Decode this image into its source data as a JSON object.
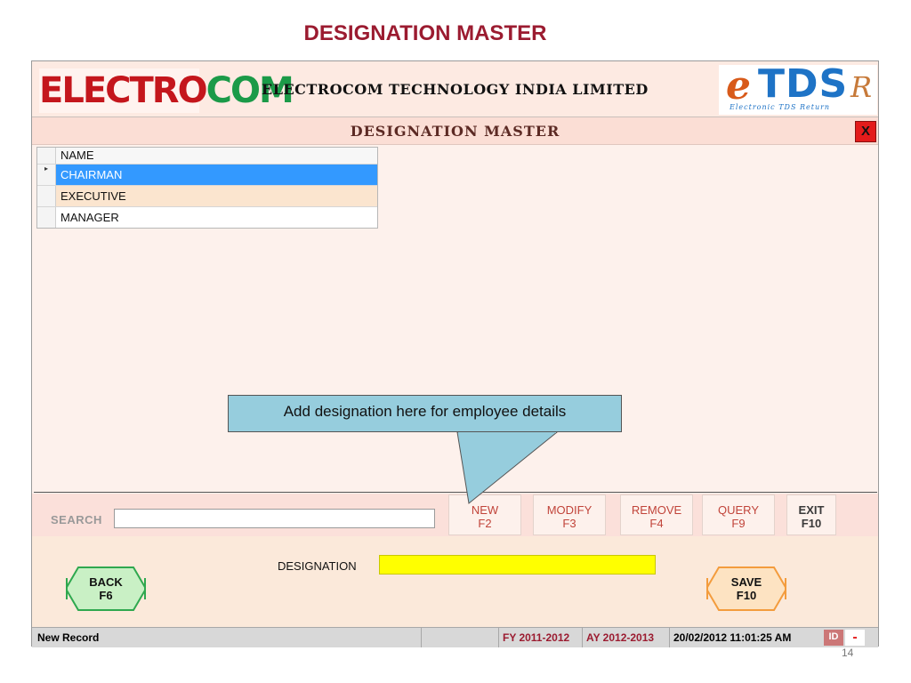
{
  "slide": {
    "title": "DESIGNATION MASTER",
    "page_number": "14"
  },
  "header": {
    "logo_left_part1": "ELECTRO",
    "logo_left_part2": "COM",
    "company_name": "ELECTROCOM TECHNOLOGY INDIA LIMITED",
    "logo_right_e": "e",
    "logo_right_tds": "TDS",
    "logo_right_r": "R",
    "logo_right_sub": "Electronic TDS Return"
  },
  "form": {
    "title": "DESIGNATION MASTER",
    "close_label": "X"
  },
  "grid": {
    "column_header": "NAME",
    "rows": [
      "CHAIRMAN",
      "EXECUTIVE",
      "MANAGER"
    ],
    "selected_index": 0
  },
  "toolbar": {
    "search_label": "SEARCH",
    "search_value": "",
    "buttons": [
      {
        "line1": "NEW",
        "line2": "F2"
      },
      {
        "line1": "MODIFY",
        "line2": "F3"
      },
      {
        "line1": "REMOVE",
        "line2": "F4"
      },
      {
        "line1": "QUERY",
        "line2": "F9"
      },
      {
        "line1": "EXIT",
        "line2": "F10"
      }
    ]
  },
  "bottom": {
    "back_line1": "BACK",
    "back_line2": "F6",
    "save_line1": "SAVE",
    "save_line2": "F10",
    "designation_label": "DESIGNATION",
    "designation_value": ""
  },
  "status": {
    "mode": "New Record",
    "fy": "FY 2011-2012",
    "ay": "AY 2012-2013",
    "datetime": "20/02/2012 11:01:25 AM",
    "id_label": "ID",
    "id_value": "-"
  },
  "callout": {
    "text": "Add designation here for employee details"
  },
  "colors": {
    "accent_title": "#9b1b30",
    "selected_row": "#3399ff",
    "designation_field": "#ffff00",
    "callout_fill": "#96cddd",
    "back_button": "#2fa84f",
    "save_button": "#f39c3d"
  }
}
